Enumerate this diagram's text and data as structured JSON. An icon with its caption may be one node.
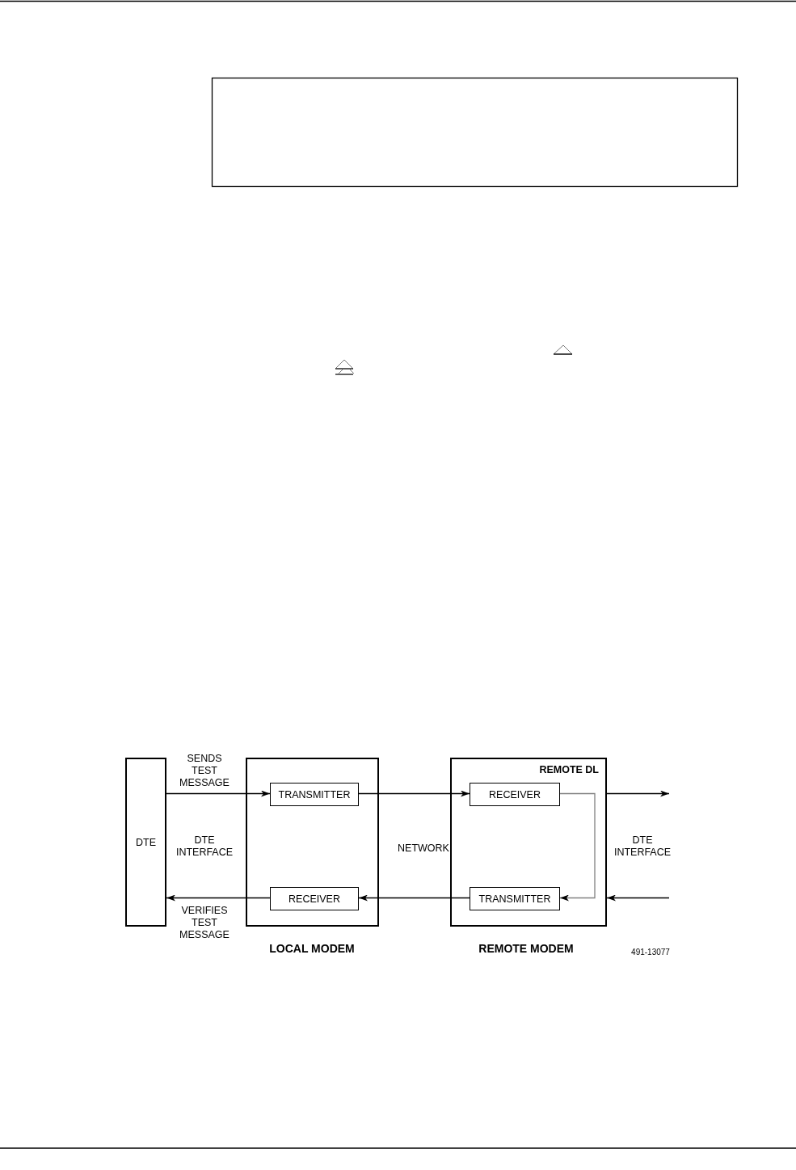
{
  "diagram": {
    "nodes": [
      {
        "text": [
          "DTE"
        ]
      },
      {
        "text": [],
        "shape": "box",
        "beside": [
          "LOCAL MODEM"
        ]
      },
      {
        "text": [
          "TRANSMITTER"
        ],
        "in": 1
      },
      {
        "text": [
          "RECEIVER"
        ],
        "in": 1
      },
      {
        "text": [
          "REMOTE DL"
        ],
        "beside": [
          "REMOTE MODEM"
        ]
      },
      {
        "text": [
          "RECEIVER"
        ],
        "in": 4
      },
      {
        "text": [
          "TRANSMITTER"
        ],
        "in": 4
      }
    ],
    "edges": [
      {
        "from": 0,
        "to": 2,
        "arrow": "to",
        "label": "SENDS TEST MESSAGE"
      },
      {
        "from": 2,
        "to": 5,
        "arrow": "to"
      },
      {
        "from": 5,
        "to": 6,
        "arrow": "to",
        "color": "#808080"
      },
      {
        "from": 6,
        "to": 3,
        "arrow": "to"
      },
      {
        "from": 3,
        "to": 0,
        "arrow": "to",
        "label": "VERIFIES TEST MESSAGE"
      },
      {
        "from": 4,
        "to": null,
        "arrow": "to"
      },
      {
        "from": null,
        "to": 4,
        "arrow": "to"
      }
    ],
    "labels": [
      "DTE INTERFACE",
      "NETWORK",
      "DTE INTERFACE",
      "491-13077"
    ]
  }
}
